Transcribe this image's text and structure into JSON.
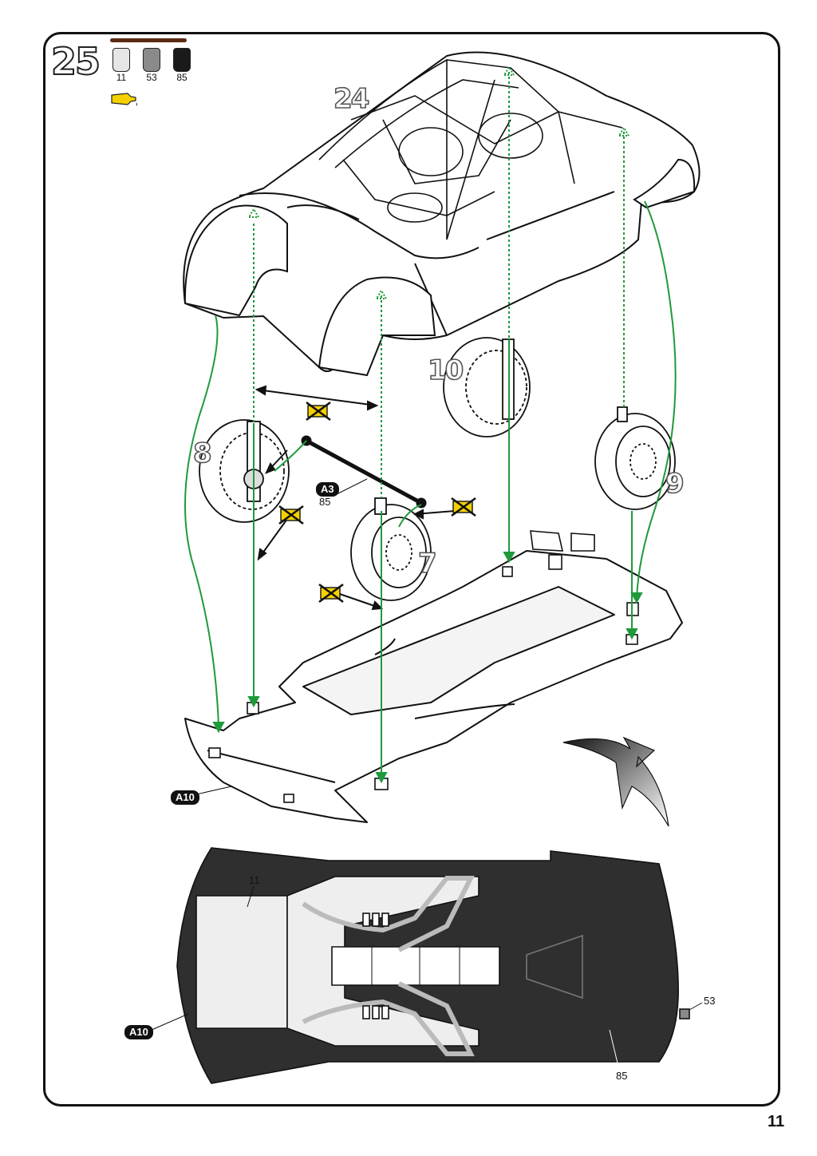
{
  "step": {
    "number": "25"
  },
  "paints": [
    {
      "code": "11",
      "color": "#e6e6e6"
    },
    {
      "code": "53",
      "color": "#8a8a8a"
    },
    {
      "code": "85",
      "color": "#1a1a1a"
    }
  ],
  "glue_icon": "glue-tube-icon",
  "sub_steps": {
    "body": "24",
    "wheel_rear_right": "10",
    "wheel_front_left": "8",
    "wheel_front_right": "7",
    "wheel_rear_left": "9"
  },
  "parts": {
    "axle": "A3",
    "axle_paint": "85",
    "chassis_top": "A10",
    "chassis_bottom": "A10"
  },
  "bottom_view_callouts": {
    "plate": "11",
    "tail": "53",
    "floor": "85"
  },
  "page": {
    "number": "11"
  },
  "colors": {
    "arrow_green": "#1f9a3a",
    "ink": "#111111",
    "floor_dark": "#2f2f2f",
    "warning": "#f4d000"
  }
}
